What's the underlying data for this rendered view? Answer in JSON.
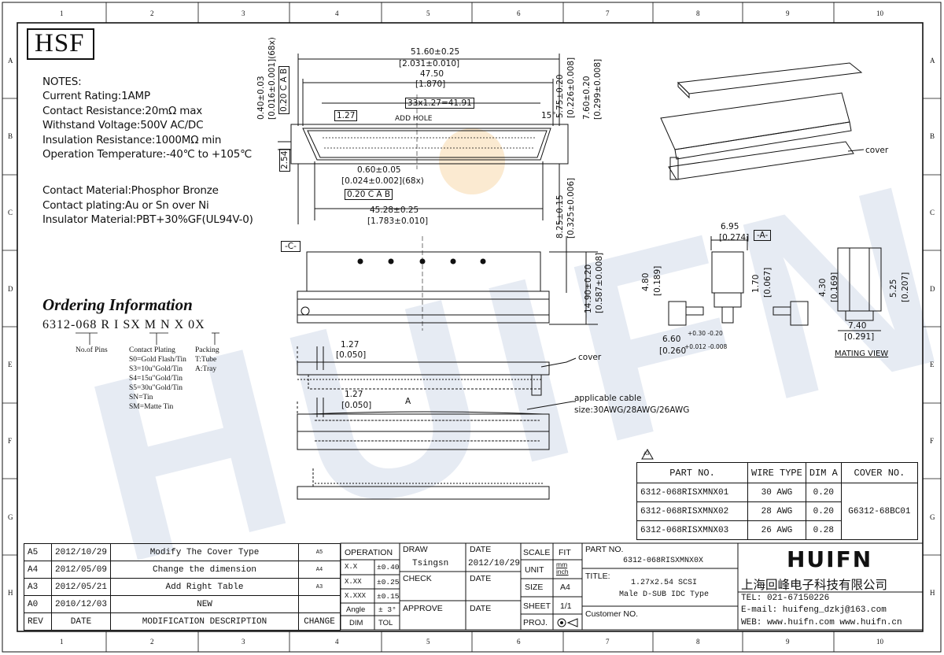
{
  "logo_text": "HSF",
  "watermark_text": "HUIFN",
  "zone_columns": [
    "1",
    "2",
    "3",
    "4",
    "5",
    "6",
    "7",
    "8",
    "9",
    "10"
  ],
  "zone_rows": [
    "A",
    "B",
    "C",
    "D",
    "E",
    "F",
    "G",
    "H"
  ],
  "notes": {
    "heading": "NOTES:",
    "lines": [
      "Current Rating:1AMP",
      "Contact Resistance:20mΩ max",
      "Withstand Voltage:500V AC/DC",
      "Insulation Resistance:1000MΩ min",
      "Operation Temperature:-40℃ to +105℃"
    ],
    "material_lines": [
      "Contact Material:Phosphor Bronze",
      "Contact plating:Au or Sn over Ni",
      "Insulator Material:PBT+30%GF(UL94V-0)"
    ]
  },
  "ordering": {
    "title": "Ordering Information",
    "code": "6312-068 R I SX M N X 0X",
    "no_of_pins_label": "No.of Pins",
    "contact_plating_label": "Contact Plating",
    "plating_options": [
      "S0=Gold Flash/Tin",
      "S3=10u\"Gold/Tin",
      "S4=15u\"Gold/Tin",
      "S5=30u\"Gold/Tin",
      "SN=Tin",
      "SM=Matte Tin"
    ],
    "packing_label": "Packing",
    "packing_options": [
      "T:Tube",
      "A:Tray"
    ]
  },
  "dimensions": {
    "d1": "51.60±0.25",
    "d1_in": "[2.031±0.010]",
    "d2": "47.50",
    "d2_in": "[1.870]",
    "d3": "33x1.27=41.91",
    "d4": "1.27",
    "d5": "15°",
    "add_hole": "ADD HOLE",
    "d6": "0.60±0.05",
    "d6_in": "[0.024±0.002](68x)",
    "tol1": "0.20 C A B",
    "d7": "45.28±0.25",
    "d7_in": "[1.783±0.010]",
    "d8": "2.54",
    "v1": "0.40±0.03",
    "v1_in": "[0.016±0.001](68x)",
    "v1_tol": "0.20 C A B",
    "v2": "5.75±0.20",
    "v2_in": "[0.226±0.008]",
    "v3": "7.60±0.20",
    "v3_in": "[0.299±0.008]",
    "v4": "8.25±0.15",
    "v4_in": "[0.325±0.006]",
    "v5": "14.90±0.20",
    "v5_in": "[0.587±0.008]",
    "datum_c": "-C-",
    "datum_a": "-A-",
    "p1": "1.27",
    "p1_in": "[0.050]",
    "p2": "1.27",
    "p2_in": "[0.050]",
    "a_mark": "A",
    "cover": "cover",
    "cover2": "cover",
    "cable1": "applicable cable",
    "cable2": "size:30AWG/28AWG/26AWG",
    "s1": "6.95",
    "s1_in": "[0.274]",
    "s2": "4.80",
    "s2_in": "[0.189]",
    "s3": "1.70",
    "s3_in": "[0.067]",
    "s4": "6.60",
    "s4_tol": "+0.30 -0.20",
    "s4_in": "[0.260",
    "s4_in_tol": "+0.012 -0.008",
    "m1": "4.30",
    "m1_in": "[0.169]",
    "m2": "5.25",
    "m2_in": "[0.207]",
    "m3": "7.40",
    "m3_in": "[0.291]",
    "mating_view": "MATING VIEW"
  },
  "part_table": {
    "marker": "A3",
    "headers": [
      "PART NO.",
      "WIRE TYPE",
      "DIM A",
      "COVER NO."
    ],
    "rows": [
      {
        "part": "6312-068RISXMNX01",
        "wire": "30 AWG",
        "dim": "0.20"
      },
      {
        "part": "6312-068RISXMNX02",
        "wire": "28 AWG",
        "dim": "0.20"
      },
      {
        "part": "6312-068RISXMNX03",
        "wire": "26 AWG",
        "dim": "0.28"
      }
    ],
    "cover_no": "G6312-68BC01"
  },
  "revisions": {
    "rows": [
      {
        "rev": "A5",
        "date": "2012/10/29",
        "desc": "Modify The Cover Type",
        "change": "A5"
      },
      {
        "rev": "A4",
        "date": "2012/05/09",
        "desc": "Change the dimension",
        "change": "A4"
      },
      {
        "rev": "A3",
        "date": "2012/05/21",
        "desc": "Add Right Table",
        "change": "A3"
      },
      {
        "rev": "A0",
        "date": "2010/12/03",
        "desc": "NEW",
        "change": ""
      }
    ],
    "header": {
      "rev": "REV",
      "date": "DATE",
      "desc": "MODIFICATION DESCRIPTION",
      "change": "CHANGE"
    }
  },
  "title_block": {
    "operation": "OPERATION",
    "tolerances": [
      {
        "k": "X.X",
        "v": "±0.40"
      },
      {
        "k": "X.XX",
        "v": "±0.25"
      },
      {
        "k": "X.XXX",
        "v": "±0.15"
      },
      {
        "k": "Angle",
        "v": "± 3°"
      }
    ],
    "dim": "DIM",
    "tol": "TOL",
    "draw": "DRAW",
    "drawer": "Tsingsn",
    "date_label": "DATE",
    "draw_date": "2012/10/29",
    "check": "CHECK",
    "approve": "APPROVE",
    "scale": "SCALE",
    "fit": "FIT",
    "unit": "UNIT",
    "unit_val": "mm inch",
    "size": "SIZE",
    "size_val": "A4",
    "sheet": "SHEET",
    "sheet_val": "1/1",
    "proj": "PROJ.",
    "part_no_label": "PART NO.",
    "part_no": "6312-068RISXMNX0X",
    "title_label": "TITLE:",
    "title_line1": "1.27x2.54 SCSI",
    "title_line2": "Male D-SUB IDC Type",
    "customer": "Customer NO.",
    "company_logo": "HUIFN",
    "company_name": "上海回峰电子科技有限公司",
    "tel": "TEL: 021-67150226",
    "email": "E-mail: huifeng_dzkj@163.com",
    "web": "WEB: www.huifn.com  www.huifn.cn"
  }
}
